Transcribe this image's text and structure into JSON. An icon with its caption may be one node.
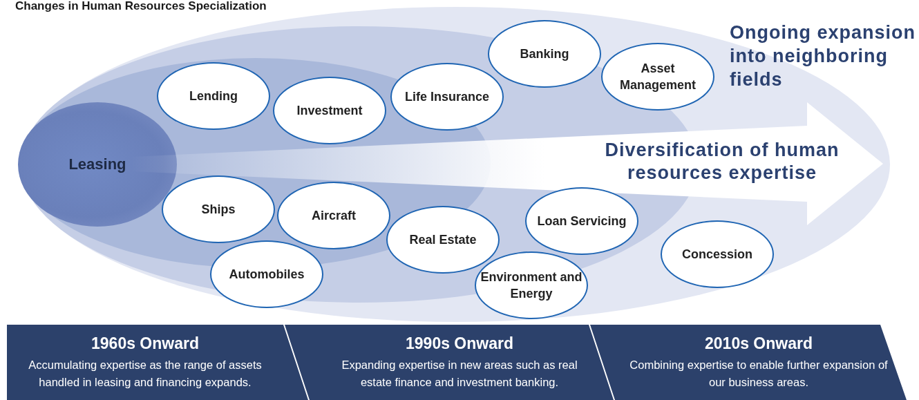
{
  "diagram": {
    "title": "Changes in Human Resources Specialization",
    "nodes": [
      {
        "text": [
          "Banking"
        ]
      },
      {
        "text": [
          "Asset Management"
        ]
      },
      {
        "text": [
          "Lending"
        ]
      },
      {
        "text": [
          "Life Insurance"
        ]
      },
      {
        "text": [
          "Investment"
        ]
      },
      {
        "text": [
          "Leasing"
        ]
      },
      {
        "text": [
          "Diversification of human resources expertise"
        ]
      },
      {
        "text": [
          "Ships"
        ]
      },
      {
        "text": [
          "Aircraft"
        ]
      },
      {
        "text": [
          "Loan Servicing"
        ]
      },
      {
        "text": [
          "Real Estate"
        ]
      },
      {
        "text": [
          "Concession"
        ]
      },
      {
        "text": [
          "Automobiles"
        ]
      },
      {
        "text": [
          "Environment and Energy"
        ]
      },
      {
        "text": [
          "1960s Onward",
          "Accumulating expertise as the range of assets handled in leasing and financing expands."
        ]
      },
      {
        "text": [
          "1990s Onward",
          "Expanding expertise in new areas such as real estate finance and investment banking."
        ]
      },
      {
        "text": [
          "2010s Onward",
          "Combining expertise to enable further expansion of our business areas."
        ]
      }
    ],
    "labels": [
      "Ongoing expansion into neighboring fields"
    ]
  }
}
